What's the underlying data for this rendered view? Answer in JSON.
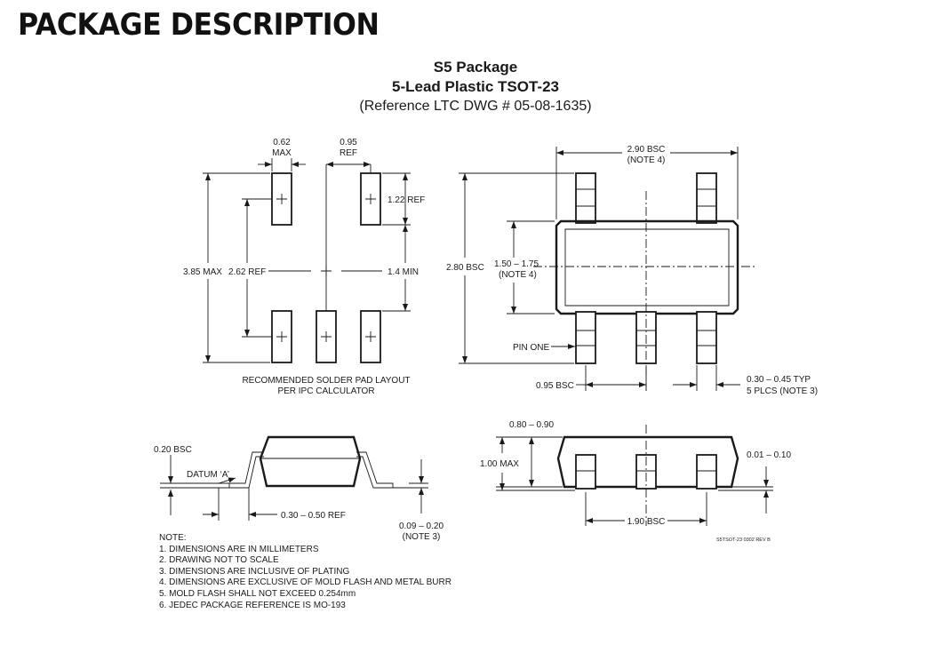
{
  "page": {
    "heading": "PACKAGE DESCRIPTION",
    "package_title": "S5 Package",
    "package_subtitle": "5-Lead Plastic TSOT-23",
    "reference": "(Reference LTC DWG # 05-08-1635)"
  },
  "solder_pad_layout": {
    "pad_width_value": "0.62",
    "pad_width_unit": "MAX",
    "pitch_value": "0.95",
    "pitch_unit": "REF",
    "pad_height": "1.22 REF",
    "overall_height": "3.85 MAX",
    "row_span": "2.62 REF",
    "gap": "1.4 MIN",
    "caption_line1": "RECOMMENDED SOLDER PAD LAYOUT",
    "caption_line2": "PER IPC CALCULATOR"
  },
  "top_view": {
    "body_width_value": "2.90 BSC",
    "body_width_note": "(NOTE 4)",
    "overall_height": "2.80 BSC",
    "body_height_value": "1.50 – 1.75",
    "body_height_note": "(NOTE 4)",
    "pin_one": "PIN ONE",
    "pitch": "0.95 BSC",
    "lead_width_value": "0.30 – 0.45 TYP",
    "lead_width_note": "5 PLCS (NOTE 3)"
  },
  "side_view": {
    "standoff": "0.20 BSC",
    "datum": "DATUM ‘A’",
    "foot_length": "0.30 – 0.50 REF",
    "lead_thickness_value": "0.09 – 0.20",
    "lead_thickness_note": "(NOTE 3)"
  },
  "end_view": {
    "body_thickness": "0.80 – 0.90",
    "total_height": "1.00 MAX",
    "standoff_height": "0.01 – 0.10",
    "lead_span": "1.90 BSC",
    "drawing_id": "S5TSOT-23 0302 REV B"
  },
  "notes": {
    "header": "NOTE:",
    "items": [
      "1. DIMENSIONS ARE IN MILLIMETERS",
      "2. DRAWING NOT TO SCALE",
      "3. DIMENSIONS ARE INCLUSIVE OF PLATING",
      "4. DIMENSIONS ARE EXCLUSIVE OF MOLD FLASH AND METAL BURR",
      "5. MOLD FLASH SHALL NOT EXCEED 0.254mm",
      "6. JEDEC PACKAGE REFERENCE IS MO-193"
    ]
  }
}
